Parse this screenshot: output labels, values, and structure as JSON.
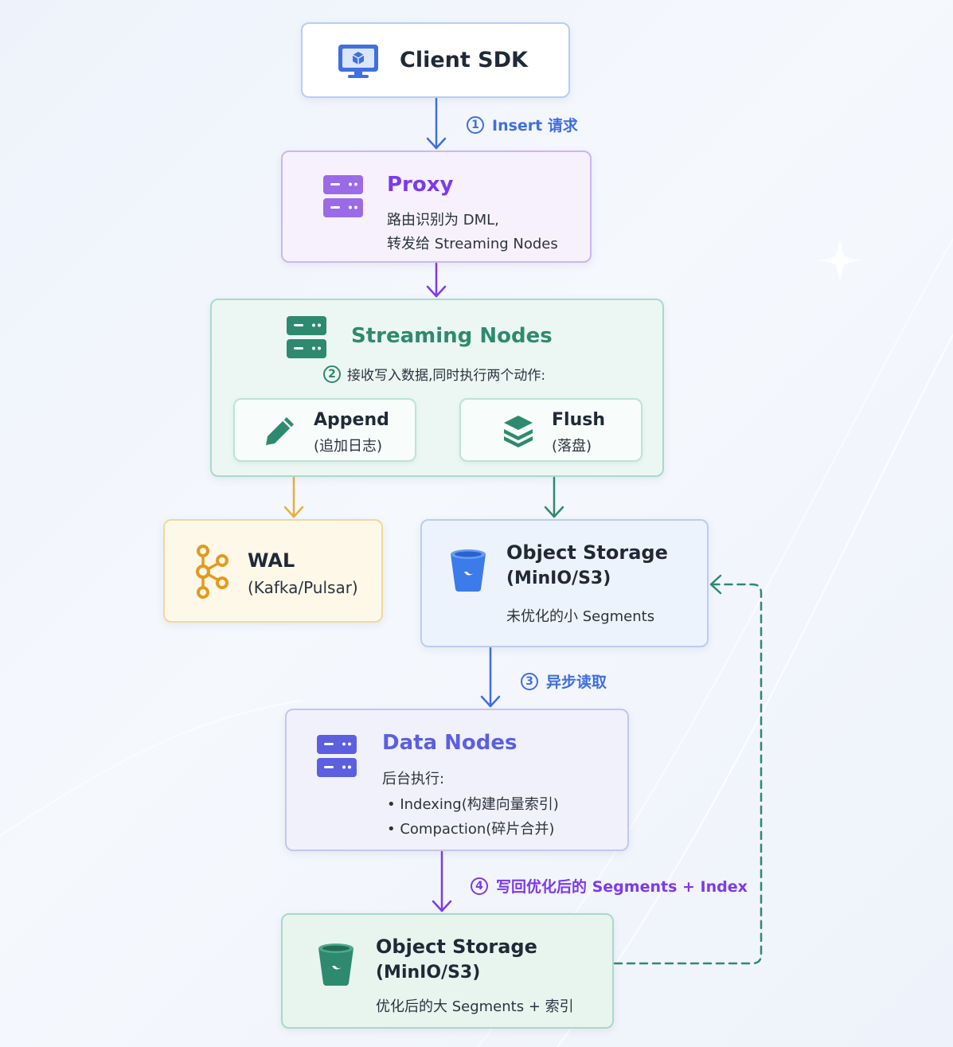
{
  "client": {
    "title": "Client SDK"
  },
  "labels": {
    "step1_num": "1",
    "step1_text": "Insert 请求",
    "step3_num": "3",
    "step3_text": "异步读取",
    "step4_num": "4",
    "step4_text": "写回优化后的 Segments + Index"
  },
  "proxy": {
    "title": "Proxy",
    "line1": "路由识别为 DML,",
    "line2": "转发给 Streaming Nodes"
  },
  "streaming": {
    "title": "Streaming Nodes",
    "step_num": "2",
    "step_text": "接收写入数据,同时执行两个动作:",
    "append_title": "Append",
    "append_sub": "(追加日志)",
    "flush_title": "Flush",
    "flush_sub": "(落盘)"
  },
  "wal": {
    "title": "WAL",
    "sub": "(Kafka/Pulsar)"
  },
  "object_storage_1": {
    "title": "Object Storage",
    "sub": "(MinIO/S3)",
    "desc": "未优化的小 Segments"
  },
  "data_nodes": {
    "title": "Data Nodes",
    "intro": "后台执行:",
    "bullets": [
      "Indexing(构建向量索引)",
      "Compaction(碎片合并)"
    ]
  },
  "object_storage_2": {
    "title": "Object Storage",
    "sub": "(MinIO/S3)",
    "desc": "优化后的大 Segments + 索引"
  },
  "colors": {
    "blue": "#3f6fe0",
    "purple": "#7c3aed",
    "green": "#2e8a6e",
    "orange": "#e39a1d",
    "indigo": "#5b5fe0"
  },
  "icons": {
    "client": "monitor-cube-icon",
    "proxy": "server-icon",
    "streaming": "server-icon",
    "append": "pencil-icon",
    "flush": "layers-icon",
    "wal": "kafka-icon",
    "storage": "bucket-icon",
    "data": "server-icon"
  }
}
